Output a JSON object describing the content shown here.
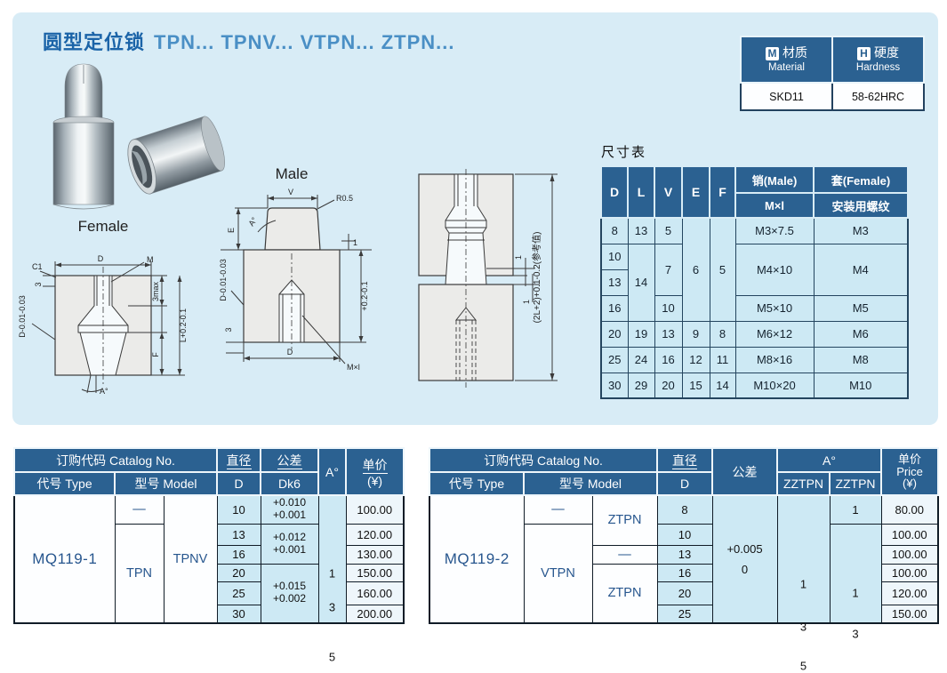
{
  "title": {
    "cn": "圆型定位锁",
    "models": "TPN...  TPNV...  VTPN...  ZTPN..."
  },
  "material_table": {
    "material": {
      "badge": "M",
      "cn": "材质",
      "en": "Material",
      "value": "SKD11"
    },
    "hardness": {
      "badge": "H",
      "cn": "硬度",
      "en": "Hardness",
      "value": "58-62HRC"
    }
  },
  "drawings": {
    "female": {
      "title": "Female",
      "c1": "C1",
      "d": "D",
      "m": "M",
      "three": "3",
      "d_tol": "D-0.01-0.03",
      "max3": "3max",
      "f": "F",
      "l_tol": "L+0.2-0.1",
      "a": "A°"
    },
    "male": {
      "title": "Male",
      "v": "V",
      "r": "R0.5",
      "a": "A°",
      "e": "E",
      "one": "1",
      "tol": "+0.2-0.1",
      "d_tol": "D-0.01-0.03",
      "three": "3",
      "d": "D",
      "mxl": "M×l"
    },
    "assembly": {
      "total": "(2L+2)+0.1-0.2(参考值)",
      "one_a": "1",
      "one_b": "1"
    }
  },
  "size_table": {
    "title": "尺寸表",
    "col_d": "D",
    "col_l": "L",
    "col_v": "V",
    "col_e": "E",
    "col_f": "F",
    "col_male": "销(Male)",
    "col_male_sub": "M×l",
    "col_female": "套(Female)",
    "col_female_sub": "安装用螺纹",
    "d": [
      "8",
      "10",
      "13",
      "16",
      "20",
      "25",
      "30"
    ],
    "l_13": "13",
    "l_14": "14",
    "l_19": "19",
    "l_24": "24",
    "l_29": "29",
    "v_5": "5",
    "v_7": "7",
    "v_10": "10",
    "v_13": "13",
    "v_16": "16",
    "v_20": "20",
    "e_6": "6",
    "e_9": "9",
    "e_12": "12",
    "e_15": "15",
    "f_5": "5",
    "f_8": "8",
    "f_11": "11",
    "f_14": "14",
    "m_1": "M3×7.5",
    "m_2": "M4×10",
    "m_3": "M5×10",
    "m_4": "M6×12",
    "m_5": "M8×16",
    "m_6": "M10×20",
    "fm_1": "M3",
    "fm_2": "M4",
    "fm_3": "M5",
    "fm_4": "M6",
    "fm_5": "M8",
    "fm_6": "M10"
  },
  "catalog_left": {
    "h_catalog": "订购代码 Catalog No.",
    "h_type": "代号 Type",
    "h_model": "型号 Model",
    "h_dia_cn": "直径",
    "h_dia_sub": "D",
    "h_tol_cn": "公差",
    "h_tol_sub": "Dk6",
    "h_angle": "A°",
    "h_price_cn": "单价",
    "h_price_sub": "(¥)",
    "type": "MQ119-1",
    "model_dash": "—",
    "model_tpn": "TPN",
    "model_tpnv": "TPNV",
    "d": [
      "10",
      "13",
      "16",
      "20",
      "25",
      "30"
    ],
    "tol1a": "+0.010",
    "tol1b": "+0.001",
    "tol2a": "+0.012",
    "tol2b": "+0.001",
    "tol3a": "+0.015",
    "tol3b": "+0.002",
    "a1": "1",
    "a2": "3",
    "a3": "5",
    "price": [
      "100.00",
      "120.00",
      "130.00",
      "150.00",
      "160.00",
      "200.00"
    ]
  },
  "catalog_right": {
    "h_catalog": "订购代码 Catalog No.",
    "h_type": "代号 Type",
    "h_model": "型号 Model",
    "h_dia_cn": "直径",
    "h_dia_sub": "D",
    "h_tol": "公差",
    "h_angle": "A°",
    "h_angle_sub1": "ZZTPN",
    "h_angle_sub2": "ZZTPN",
    "h_price_cn": "单价",
    "h_price_en": "Price",
    "h_price_sub": "(¥)",
    "type": "MQ119-2",
    "model_dash1": "—",
    "model_vtpn": "VTPN",
    "model_ztpn1": "ZTPN",
    "model_dash2": "—",
    "model_ztpn2": "ZTPN",
    "d": [
      "8",
      "10",
      "13",
      "16",
      "20",
      "25"
    ],
    "tol_a": "+0.005",
    "tol_b": "0",
    "a_col1": [
      "1",
      "3",
      "5"
    ],
    "a_row1": "1",
    "a_col2": [
      "1",
      "3"
    ],
    "price": [
      "80.00",
      "100.00",
      "100.00",
      "100.00",
      "120.00",
      "150.00"
    ]
  }
}
